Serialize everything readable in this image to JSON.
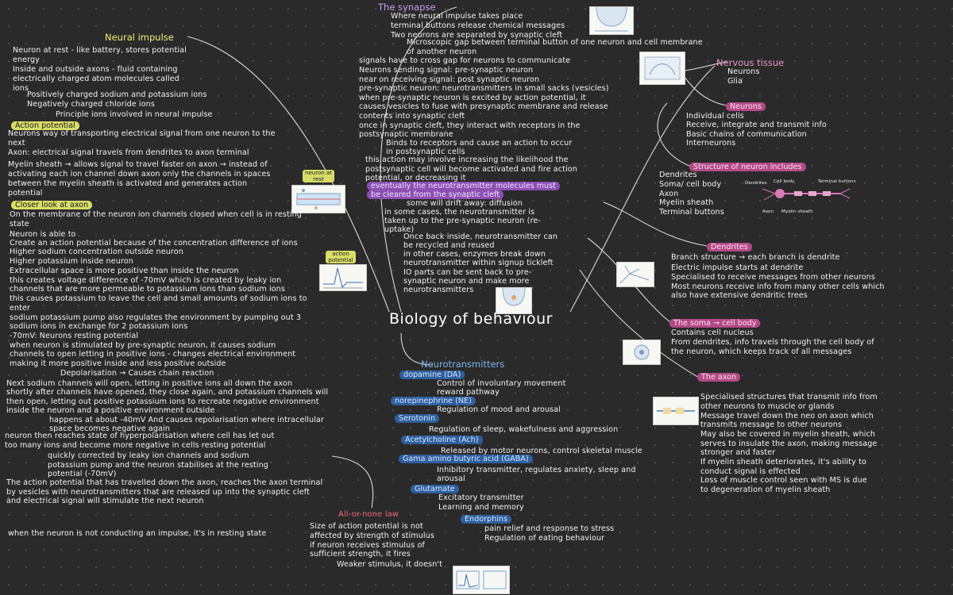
{
  "center": "Biology of behaviour",
  "neural": {
    "title": "Neural impulse",
    "lines": [
      "Neuron at rest - like battery, stores potential",
      "energy",
      "Inside and outside axons - fluid containing",
      "electrically charged atom molecules called",
      "ions",
      "Positively charged sodium and potassium ions",
      "Negatively charged chloride ions",
      "Principle ions involved in neural impulse"
    ],
    "ap_label": "Action potential",
    "ap_lines": [
      "Neurons way of transporting electrical signal from one neuron to the",
      "next",
      "Axon: electrical signal travels from dendrites to axon terminal",
      "Myelin sheath → allows signal to travel faster on axon → instead of",
      "activating each ion channel down axon only the channels in spaces",
      "between the myelin sheath is activated and generates action",
      "potential"
    ],
    "fig_neuron_label": "neuron at rest",
    "closer_label": "Closer look at axon",
    "closer_lines": [
      "On the membrane of the neuron ion channels closed when cell is in resting",
      "state",
      "Neuron is able to",
      "Create an action potential because of the concentration difference of ions",
      "Higher sodium concentration outside neuron",
      "Higher potassium inside neuron",
      "Extracellular space is more positive than inside the neuron",
      "this creates voltage difference of -70mV which is created by leaky ion",
      "channels that are more permeable to potassium ions than sodium ions",
      "this causes potassium to leave the cell and small amounts of sodium ions to",
      "enter",
      "sodium potassium pump also regulates the environment by pumping out 3",
      "sodium ions in exchange for 2 potassium ions",
      "-70mV: Neurons resting potential",
      "when neuron is stimulated by pre-synaptic neuron, it causes sodium",
      "channels to open letting in positive ions - changes electrical environment",
      "making it more positive inside and less positive outside"
    ],
    "fig_ap_label": "action potential",
    "depol": "Depolarisation → Causes chain reaction",
    "depol_lines": [
      "Next sodium channels will open, letting in positive ions all down the axon",
      "shortly after channels have opened, they close again, and potassium channels will",
      "then open, letting out positive potassium ions to recreate negative environment",
      "inside the neuron and a positive environment outside"
    ],
    "repol_lines": [
      "happens at about -40mV And causes repolarisation where intracellular",
      "space becomes negative again"
    ],
    "hyper_lines": [
      "neuron then reaches state of hyperpolarisation where cell has let out",
      "too many ions and become more negative in cells resting potential"
    ],
    "leaky_lines": [
      "quickly corrected by leaky ion channels and sodium",
      "potassium pump and the neuron stabilises at the resting",
      "potential (-70mV)"
    ],
    "travel_lines": [
      "The action potential that has travelled down the axon, reaches the axon terminal",
      "by vesicles with neurotransmitters that are released up into the synaptic cleft",
      "and electrical signal will stimulate the next neuron"
    ],
    "resting": "when the neuron is not conducting an impulse, it's in resting state"
  },
  "allornone": {
    "title": "All-or-none law",
    "lines": [
      "Size of action potential is not",
      "affected by strength of stimulus",
      "if neuron receives stimulus of",
      "sufficient strength, it fires",
      "Weaker stimulus, it doesn't"
    ]
  },
  "synapse": {
    "title": "The synapse",
    "lines1": [
      "Where neural impulse takes place",
      "terminal buttons release chemical messages",
      "Two neurons are separated by synaptic cleft"
    ],
    "gap_lines": [
      "Microscopic gap between terminal button of one neuron and cell membrane",
      "of another neuron"
    ],
    "lines2": [
      "signals have to cross gap for neurons to communicate",
      "Neurons sending signal: pre-synaptic neuron",
      "near on receiving signal: post synaptic neuron",
      "pre-synaptic neuron: neurotransmitters in small sacks (vesicles)",
      "when pre-synaptic neuron is excited by action potential, it",
      "causes vesicles to fuse with presynaptic membrane and release",
      "contents into synaptic cleft",
      "once in synaptic cleft, they interact with receptors in the",
      "postsynaptic membrane"
    ],
    "bind_lines": [
      "Binds to receptors and cause an action to occur",
      "in postsynaptic cells"
    ],
    "may_lines": [
      "this action may involve increasing the likelihood the",
      "postsynaptic cell will become activated and fire action",
      "potential, or decreasing it"
    ],
    "eventually_lines": [
      "eventually the neurotransmitter molecules must",
      "be cleared from the synaptic cleft"
    ],
    "drift": "some will drift away: diffusion",
    "taken_lines": [
      "in some cases, the neurotransmitter is",
      "taken up to the pre-synaptic neuron (re-",
      "uptake)"
    ],
    "recycle_lines": [
      "Once back inside, neurotransmitter can",
      "be recycled and reused",
      "in other cases, enzymes break down",
      "neurotransmitter within signup tickleft",
      "IO parts can be sent back to pre-",
      "synaptic neuron and make more",
      "neurotransmitters"
    ]
  },
  "nt": {
    "title": "Neurotransmitters",
    "items": [
      {
        "name": "dopamine (DA)",
        "desc": [
          "Control of involuntary movement",
          "reward pathway"
        ]
      },
      {
        "name": "norepinephrine (NE)",
        "desc": [
          "Regulation of mood and arousal"
        ]
      },
      {
        "name": "Serotonin",
        "desc": [
          "Regulation of sleep, wakefulness and aggression"
        ]
      },
      {
        "name": "Acetylcholine (Ach)",
        "desc": [
          "Released by motor neurons, control skeletal muscle"
        ]
      },
      {
        "name": "Gama amino butyric acid (GABA)",
        "desc": [
          "Inhibitory transmitter, regulates anxiety, sleep and",
          "arousal"
        ]
      },
      {
        "name": "Glutamate",
        "desc": [
          "Excitatory transmitter",
          "Learning and memory"
        ]
      },
      {
        "name": "Endorphins",
        "desc": [
          "pain relief and response to stress",
          "Regulation of eating behaviour"
        ]
      }
    ]
  },
  "tissue": {
    "title": "Nervous tissue",
    "items": [
      "Neurons",
      "Glia"
    ],
    "neurons_label": "Neurons",
    "neurons_lines": [
      "Individual cells",
      "Receive, integrate and transmit info",
      "Basic chains of communication",
      "Interneurons"
    ],
    "structure_label": "Structure of neuron includes",
    "structure_items": [
      "Dendrites",
      "Soma/ cell body",
      "Axon",
      "Myelin sheath",
      "Terminal buttons"
    ],
    "diagram_labels": [
      "Dendrites",
      "Cell body",
      "Terminal buttons",
      "Axon",
      "Myelin sheath"
    ],
    "dendrites_label": "Dendrites",
    "dendrites_lines": [
      "Branch structure → each branch is dendrite",
      "Electric impulse starts at dendrite",
      "Specialised to receive messages from other neurons",
      "Most neurons receive info from many other cells which",
      "also have extensive dendritic trees"
    ],
    "soma_label": "The soma → cell body",
    "soma_lines": [
      "Contains cell nucleus",
      "From dendrites, info travels through the cell body of",
      "the neuron, which keeps track of all messages"
    ],
    "axon_label": "The axon",
    "axon_lines": [
      "Specialised structures that transmit info from",
      "other neurons to muscle or glands",
      "Message travel down the neo on axon which",
      "transmits message to other neurons",
      "May also be covered in myelin sheath, which",
      "serves to insulate the axon, making message",
      "stronger and faster",
      "If myelin sheath deteriorates, it's ability to",
      "conduct signal is effected",
      "Loss of muscle control seen with MS is due",
      "to degeneration of myelin sheath"
    ]
  },
  "colors": {
    "background": "#2a2a2a",
    "yellow": "#d8dd68",
    "pink": "#b34a86",
    "blue": "#2f5f9e",
    "purple": "#8c4fb3"
  }
}
